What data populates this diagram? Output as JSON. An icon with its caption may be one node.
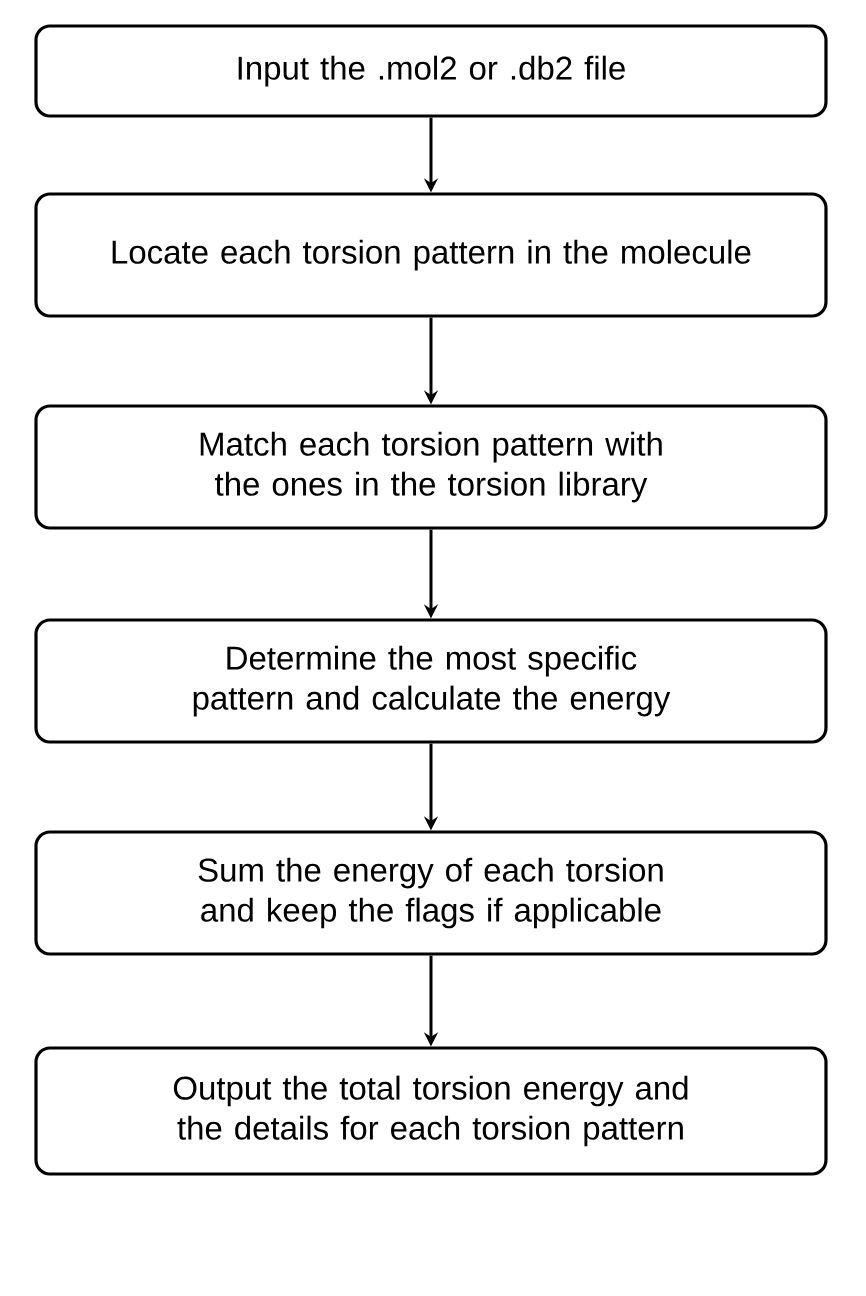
{
  "diagram": {
    "nodes": [
      {
        "text": [
          "Input the .mol2 or .db2 file"
        ]
      },
      {
        "text": [
          "Locate each torsion pattern in the molecule"
        ]
      },
      {
        "text": [
          "Match each torsion pattern with the ones in the torsion library"
        ]
      },
      {
        "text": [
          "Determine the most specific pattern and calculate the energy"
        ]
      },
      {
        "text": [
          "Sum the energy of each torsion and keep the flags if applicable"
        ]
      },
      {
        "text": [
          "Output the total torsion energy and the details for each torsion pattern"
        ]
      }
    ],
    "edges": [
      {
        "from": 0,
        "to": 1,
        "arrow": "to"
      },
      {
        "from": 1,
        "to": 2,
        "arrow": "to"
      },
      {
        "from": 2,
        "to": 3,
        "arrow": "to"
      },
      {
        "from": 3,
        "to": 4,
        "arrow": "to"
      },
      {
        "from": 4,
        "to": 5,
        "arrow": "to"
      }
    ]
  }
}
